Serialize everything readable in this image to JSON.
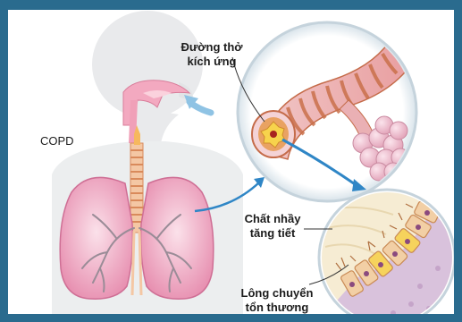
{
  "labels": {
    "copd": "COPD",
    "irritated_airway": {
      "line1": "Đường thở",
      "line2": "kích ứng"
    },
    "mucus": {
      "line1": "Chất nhầy",
      "line2": "tăng tiết"
    },
    "cilia": {
      "line1": "Lông chuyển",
      "line2": "tổn thương"
    }
  },
  "colors": {
    "frame_border": "#2a6b8e",
    "lung_pink": "#f2b8cc",
    "airway_pink": "#e8a9b0",
    "airway_ring": "#c9704a",
    "arrow_blue": "#2f86c6",
    "cell_purple": "#c9a6c9",
    "cell_yellow": "#f6d35c"
  },
  "icons": [
    "irritation-arrow",
    "zoom-arrow-airway",
    "zoom-arrow-cells"
  ]
}
